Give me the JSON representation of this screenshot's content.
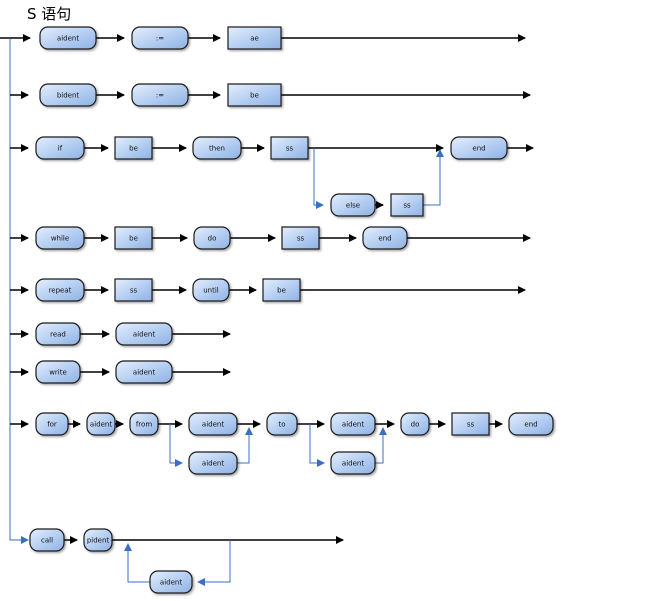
{
  "title": "S 语句",
  "rows": [
    {
      "id": "assign-aident",
      "nodes": [
        "aident",
        ":=",
        "ae"
      ]
    },
    {
      "id": "assign-bident",
      "nodes": [
        "bident",
        ":=",
        "be"
      ]
    },
    {
      "id": "if",
      "nodes": [
        "if",
        "be",
        "then",
        "ss",
        "end"
      ],
      "branch": [
        "else",
        "ss"
      ]
    },
    {
      "id": "while",
      "nodes": [
        "while",
        "be",
        "do",
        "ss",
        "end"
      ]
    },
    {
      "id": "repeat",
      "nodes": [
        "repeat",
        "ss",
        "until",
        "be"
      ]
    },
    {
      "id": "read",
      "nodes": [
        "read",
        "aident"
      ]
    },
    {
      "id": "write",
      "nodes": [
        "write",
        "aident"
      ]
    },
    {
      "id": "for",
      "nodes": [
        "for",
        "aident",
        "from",
        "aident",
        "to",
        "aident",
        "do",
        "ss",
        "end"
      ],
      "branches": [
        "aident",
        "aident"
      ]
    },
    {
      "id": "call",
      "nodes": [
        "call",
        "pident"
      ],
      "loop": [
        "aident"
      ]
    }
  ],
  "colors": {
    "fill_top": "#dbe8fb",
    "fill_bottom": "#9ebde9",
    "stroke": "#1a1a1a",
    "line": "#000000",
    "branch_line": "#3a6fc4"
  }
}
